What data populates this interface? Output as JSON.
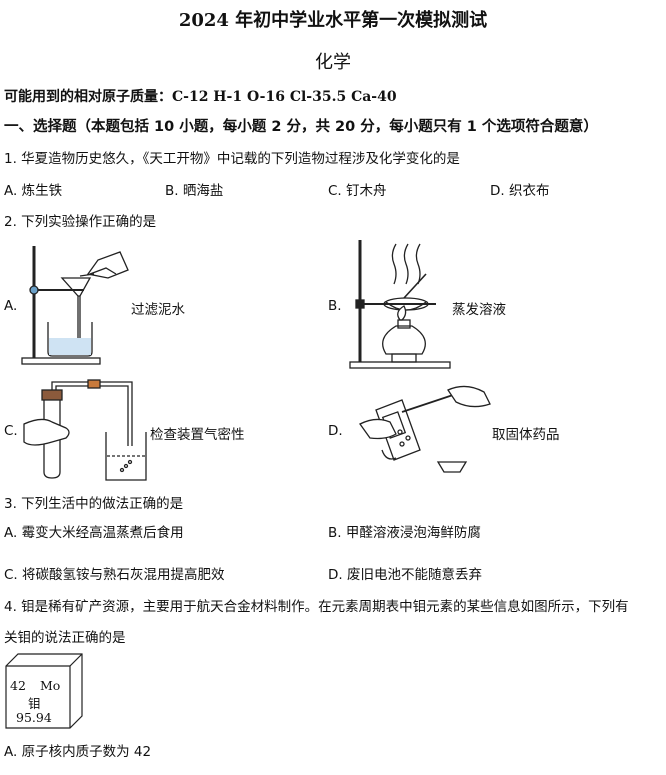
{
  "header": {
    "title": "2024 年初中学业水平第一次模拟测试",
    "subject": "化学"
  },
  "atomic_masses": "可能用到的相对原子质量：C-12   H-1    O-16     Cl-35.5     Ca-40",
  "section1_title": "一、选择题（本题包括 10 小题，每小题 2 分，共 20 分，每小题只有 1 个选项符合题意）",
  "q1": {
    "stem": "1. 华夏造物历史悠久，《天工开物》中记载的下列造物过程涉及化学变化的是",
    "options": [
      "A. 炼生铁",
      "B. 晒海盐",
      "C. 钉木舟",
      "D. 织衣布"
    ]
  },
  "q2": {
    "stem": "2. 下列实验操作正确的是",
    "options": [
      {
        "letter": "A.",
        "label": "过滤泥水",
        "icon": "filtration-apparatus-icon"
      },
      {
        "letter": "B.",
        "label": "蒸发溶液",
        "icon": "evaporation-apparatus-icon"
      },
      {
        "letter": "C.",
        "label": "检查装置气密性",
        "icon": "airtightness-check-icon"
      },
      {
        "letter": "D.",
        "label": "取固体药品",
        "icon": "solid-reagent-icon"
      }
    ]
  },
  "q3": {
    "stem": "3. 下列生活中的做法正确的是",
    "options": [
      "A. 霉变大米经高温蒸煮后食用",
      "B. 甲醛溶液浸泡海鲜防腐",
      "C. 将碳酸氢铵与熟石灰混用提高肥效",
      "D. 废旧电池不能随意丢弃"
    ]
  },
  "q4": {
    "stem_line1": "4. 钼是稀有矿产资源，主要用于航天合金材料制作。在元素周期表中钼元素的某些信息如图所示，下列有",
    "stem_line2": "关钼的说法正确的是",
    "element": {
      "number": "42",
      "symbol": "Mo",
      "name": "钼",
      "mass": "95.94"
    },
    "options": [
      "A. 原子核内质子数为 42"
    ]
  }
}
